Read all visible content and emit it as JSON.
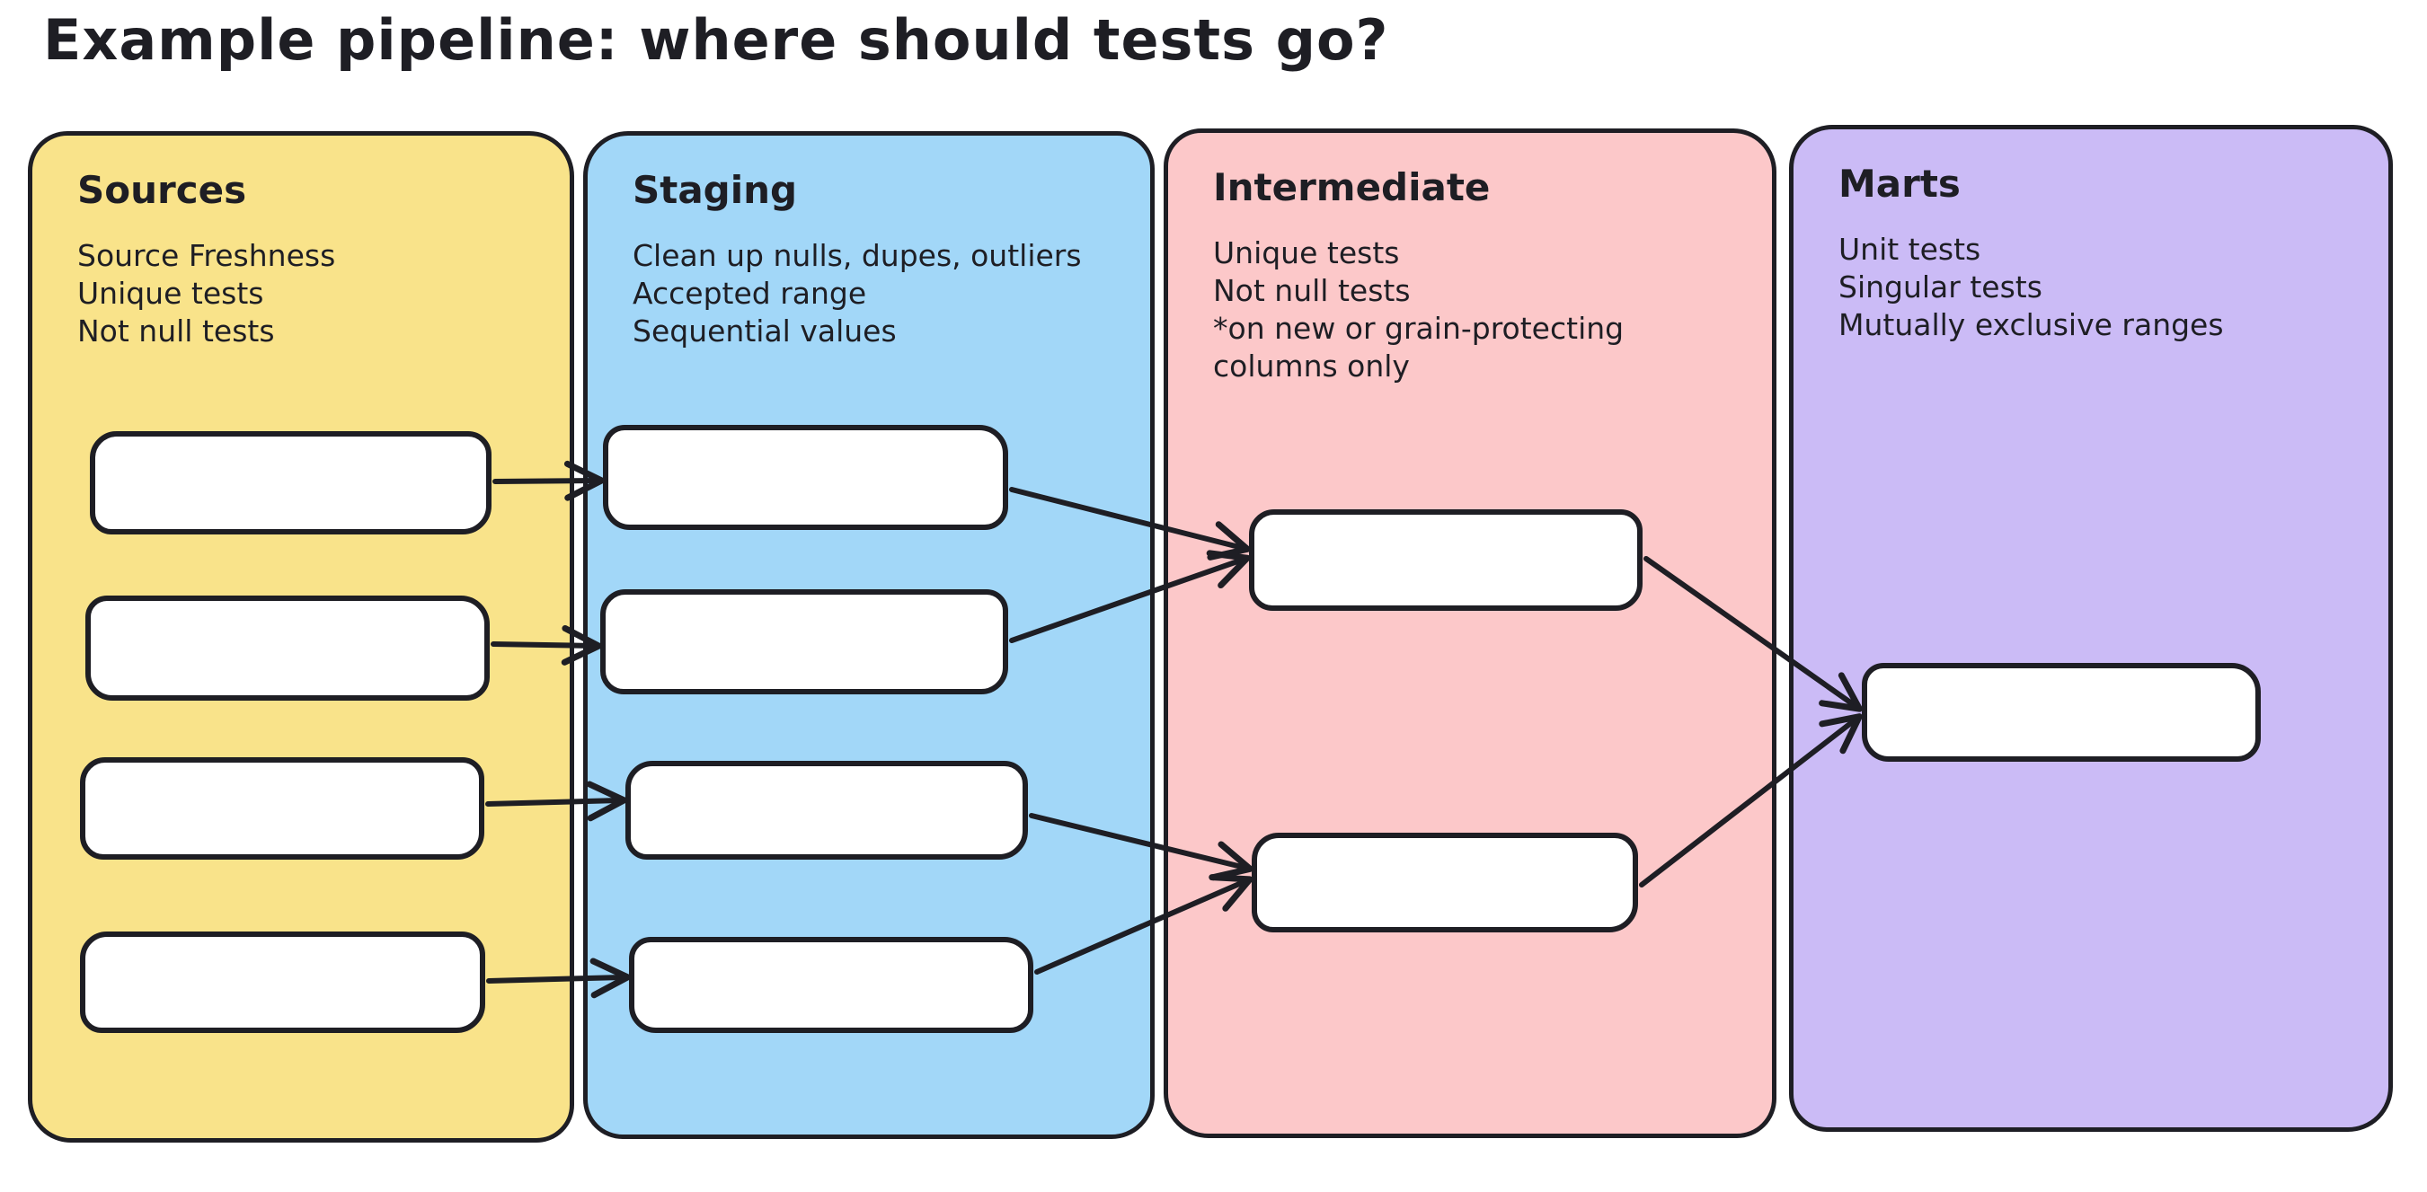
{
  "title": "Example pipeline: where should tests go?",
  "diagram_style": "hand-drawn whiteboard (excalidraw-like)",
  "stroke_color": "#1e1e24",
  "box_fill": "#ffffff",
  "background": "#ffffff",
  "columns": [
    {
      "id": "sources",
      "label": "Sources",
      "fill": "#F9E38A",
      "notes": [
        "Source Freshness",
        "Unique tests",
        "Not null tests"
      ],
      "model_box_count": 4
    },
    {
      "id": "staging",
      "label": "Staging",
      "fill": "#A2D7F8",
      "notes": [
        "Clean up nulls, dupes, outliers",
        "Accepted range",
        "Sequential values"
      ],
      "model_box_count": 4
    },
    {
      "id": "intermediate",
      "label": "Intermediate",
      "fill": "#FCC8C9",
      "notes": [
        "Unique tests",
        "Not null tests",
        "*on new or grain-protecting columns only"
      ],
      "model_box_count": 2
    },
    {
      "id": "marts",
      "label": "Marts",
      "fill": "#CBBBF6",
      "notes": [
        "Unit tests",
        "Singular tests",
        "Mutually exclusive ranges"
      ],
      "model_box_count": 1
    }
  ],
  "connections": [
    {
      "from": "source-model-1",
      "to": "staging-model-1"
    },
    {
      "from": "source-model-2",
      "to": "staging-model-2"
    },
    {
      "from": "source-model-3",
      "to": "staging-model-3"
    },
    {
      "from": "source-model-4",
      "to": "staging-model-4"
    },
    {
      "from": "staging-model-1",
      "to": "intermediate-model-1"
    },
    {
      "from": "staging-model-2",
      "to": "intermediate-model-1"
    },
    {
      "from": "staging-model-3",
      "to": "intermediate-model-2"
    },
    {
      "from": "staging-model-4",
      "to": "intermediate-model-2"
    },
    {
      "from": "intermediate-model-1",
      "to": "marts-model-1"
    },
    {
      "from": "intermediate-model-2",
      "to": "marts-model-1"
    }
  ]
}
